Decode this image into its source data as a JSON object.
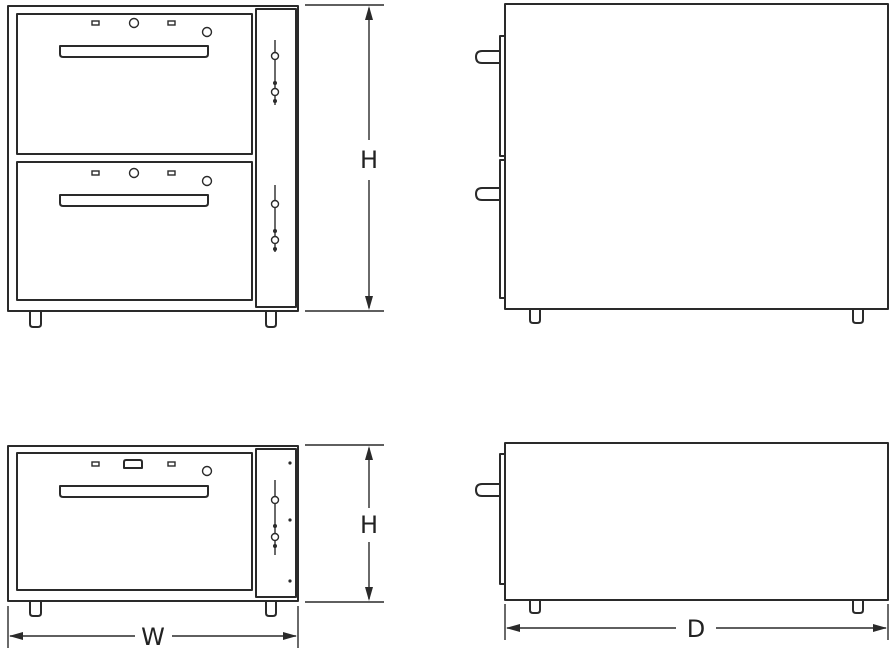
{
  "dimensions": {
    "height_label": "H",
    "width_label": "W",
    "depth_label": "D"
  },
  "views": {
    "two_drawer": {
      "drawers": 2
    },
    "one_drawer": {
      "drawers": 1
    }
  }
}
